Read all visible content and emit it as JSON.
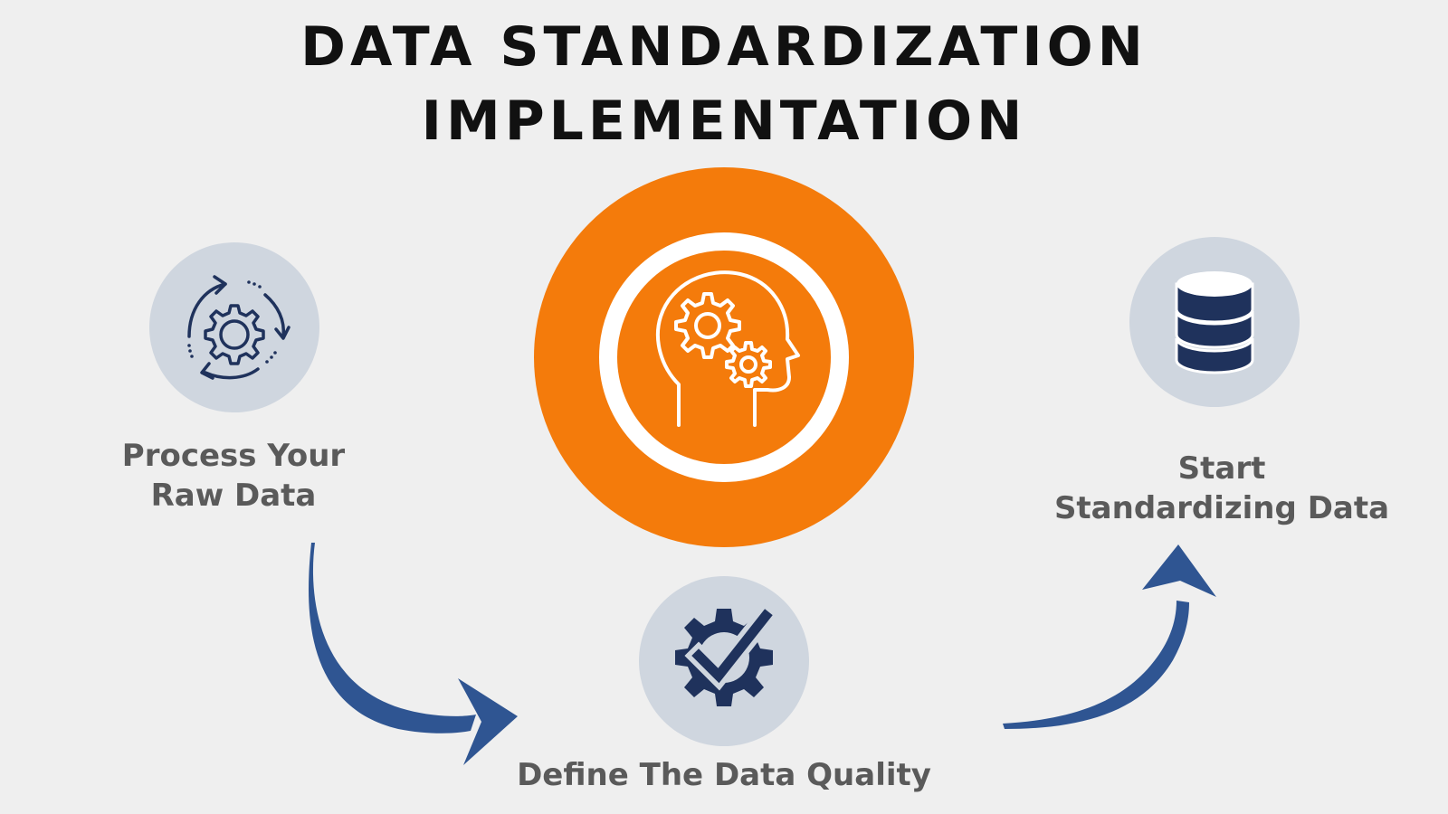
{
  "title": {
    "line1": "DATA STANDARDIZATION",
    "line2": "IMPLEMENTATION"
  },
  "steps": [
    {
      "line1": "Process Your",
      "line2": "Raw Data",
      "icon": "cycle-gear-icon"
    },
    {
      "line1": "Define The Data Quality",
      "icon": "gear-check-icon"
    },
    {
      "line1": "Start",
      "line2": "Standardizing Data",
      "icon": "database-icon"
    }
  ],
  "center_icon": "head-gears-icon",
  "colors": {
    "accent_orange": "#f47b0b",
    "navy": "#1f325c",
    "arrow_blue": "#2f5592",
    "icon_circle": "#cfd6df",
    "label_gray": "#5a5a5a",
    "background": "#efefef"
  }
}
